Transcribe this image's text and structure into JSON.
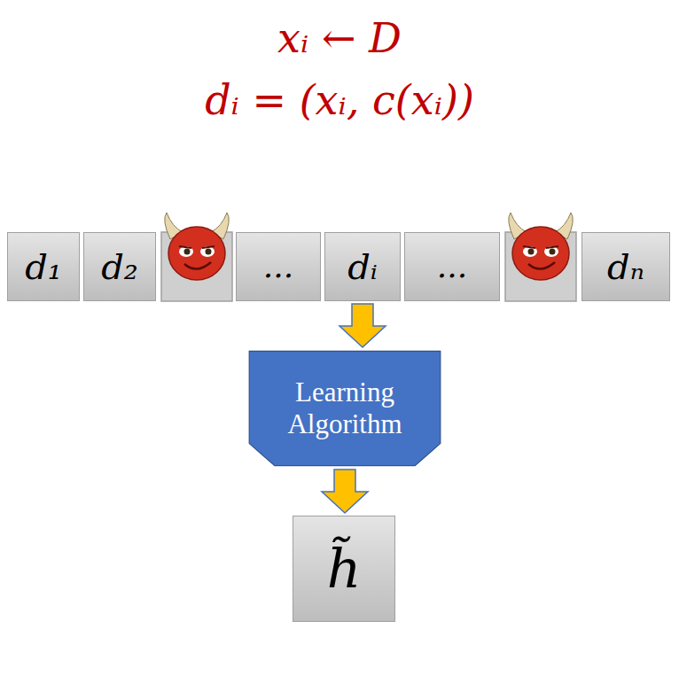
{
  "diagram": {
    "nodes": [
      {
        "text": [
          "d₁"
        ]
      },
      {
        "text": [
          "d₂"
        ]
      },
      {
        "text": [
          "..."
        ]
      },
      {
        "text": [
          "dᵢ"
        ]
      },
      {
        "text": [
          "..."
        ]
      },
      {
        "text": [
          "dₙ"
        ]
      },
      {
        "text": [
          "Learning Algorithm"
        ]
      },
      {
        "text": [
          "h̃"
        ]
      }
    ],
    "edges": [
      {
        "from": 3,
        "to": 6,
        "arrow": "to"
      },
      {
        "from": 6,
        "to": 7,
        "arrow": "to"
      }
    ],
    "labels": [
      "xᵢ ← D",
      "dᵢ = (xᵢ, c(xᵢ))"
    ]
  }
}
